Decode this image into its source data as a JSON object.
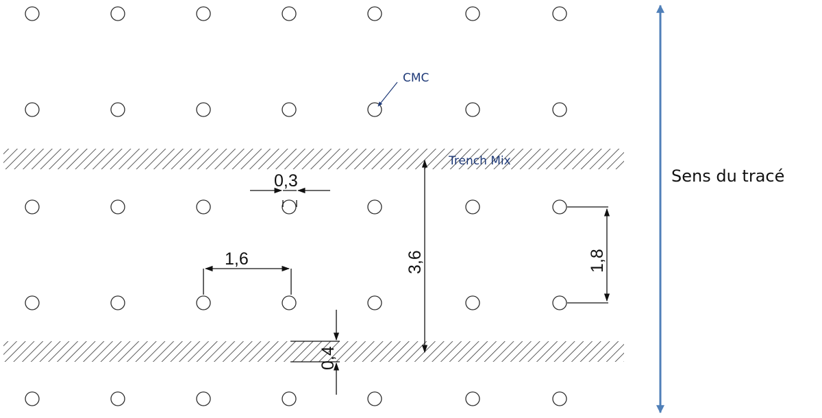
{
  "labels": {
    "column_label": "CMC",
    "trench_label": "Trench Mix",
    "direction_label": "Sens du tracé"
  },
  "dimensions": {
    "column_diameter": "0,3",
    "spacing_longitudinal": "1,6",
    "spacing_transversal": "1,8",
    "trench_spacing": "3,6",
    "trench_width": "0,4"
  },
  "grid": {
    "columns": 7,
    "rows": 5
  },
  "colors": {
    "line": "#2b2b2b",
    "hatch": "#333333",
    "arrow_blue": "#4f7fb8",
    "label_blue": "#1f3a78"
  }
}
